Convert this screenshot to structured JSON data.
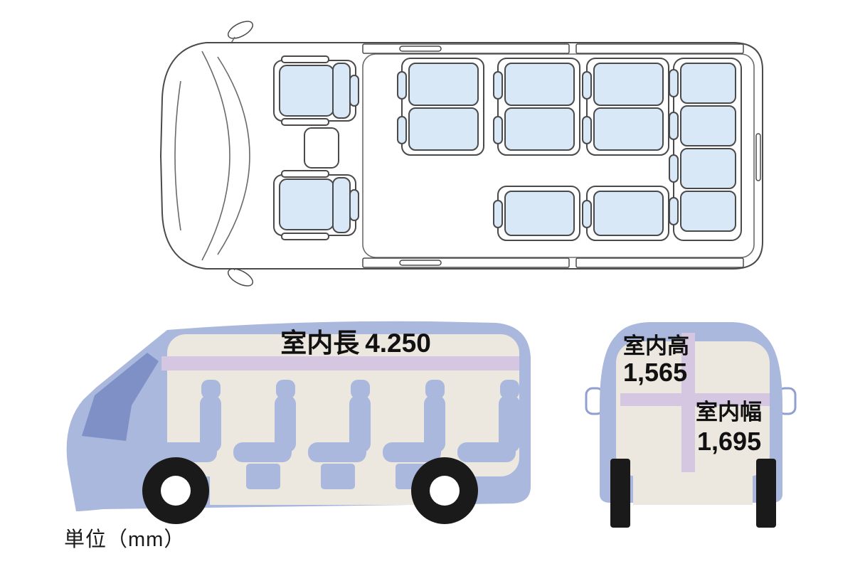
{
  "side_view": {
    "length_label": "室内長",
    "length_value": "4.250"
  },
  "rear_view": {
    "height_label": "室内高",
    "height_value": "1,565",
    "width_label": "室内幅",
    "width_value": "1,695"
  },
  "footnote": {
    "unit_label": "単位（mm）"
  },
  "colors": {
    "body_blue": "#a9b8dc",
    "dark_blue": "#7e90c6",
    "interior_cream": "#ece8df",
    "seat_fill_blue": "#d9e8f6",
    "outline_gray": "#4a4a4a",
    "measure_purple": "#d5c6e2",
    "wheel_black": "#1a1a1a",
    "text_black": "#111111",
    "background": "#ffffff"
  }
}
